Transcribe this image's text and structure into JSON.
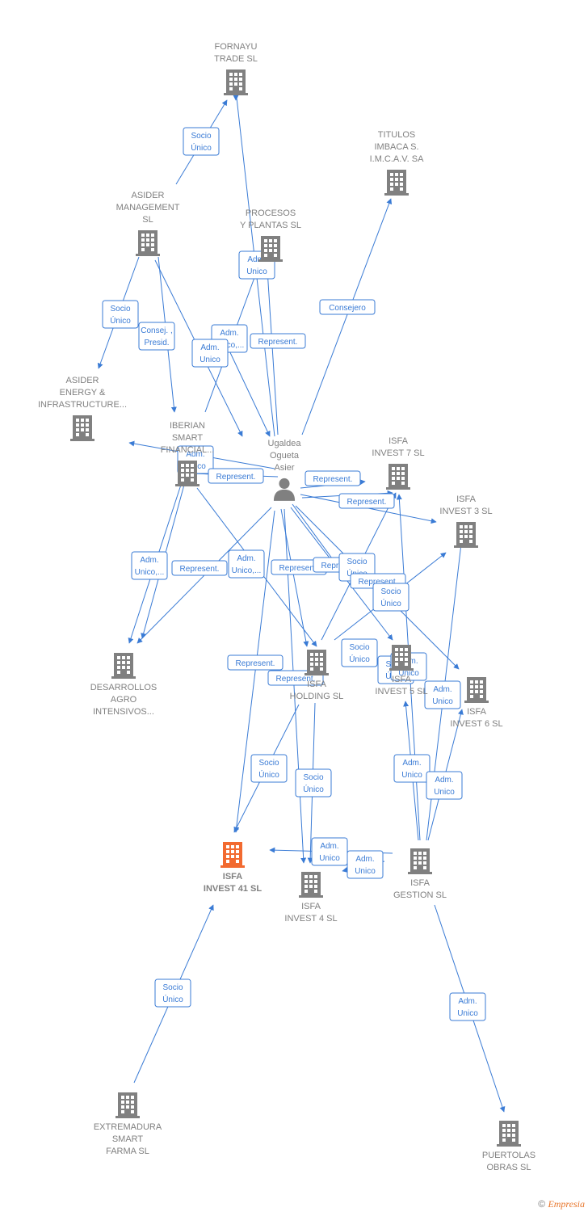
{
  "colors": {
    "edge": "#3a7bd5",
    "node": "#808080",
    "focus_node": "#f26a30"
  },
  "nodes": [
    {
      "id": "fornayu",
      "lines": [
        "FORNAYU",
        "TRADE  SL"
      ],
      "icon": "building-icon"
    },
    {
      "id": "titulos",
      "lines": [
        "TITULOS",
        "IMBACA S.",
        "I.M.C.A.V. SA"
      ],
      "icon": "building-icon"
    },
    {
      "id": "asider_mgmt",
      "lines": [
        "ASIDER",
        "MANAGEMENT",
        "SL"
      ],
      "icon": "building-icon"
    },
    {
      "id": "procesos",
      "lines": [
        "PROCESOS",
        "Y PLANTAS  SL"
      ],
      "icon": "building-icon"
    },
    {
      "id": "asider_energy",
      "lines": [
        "ASIDER",
        "ENERGY &",
        "INFRASTRUCTURE..."
      ],
      "icon": "building-icon"
    },
    {
      "id": "iberian",
      "lines": [
        "IBERIAN",
        "SMART",
        "FINANCIAL..."
      ],
      "icon": "building-icon"
    },
    {
      "id": "ugaldea",
      "lines": [
        "Ugaldea",
        "Ogueta",
        "Asier"
      ],
      "icon": "person-icon"
    },
    {
      "id": "invest7",
      "lines": [
        "ISFA",
        "INVEST 7  SL"
      ],
      "icon": "building-icon"
    },
    {
      "id": "invest3",
      "lines": [
        "ISFA",
        "INVEST 3  SL"
      ],
      "icon": "building-icon"
    },
    {
      "id": "desarrollos",
      "lines": [
        "DESARROLLOS",
        "AGRO",
        "INTENSIVOS..."
      ],
      "icon": "building-icon"
    },
    {
      "id": "holding",
      "lines": [
        "ISFA",
        "HOLDING  SL"
      ],
      "icon": "building-icon"
    },
    {
      "id": "invest5",
      "lines": [
        "ISFA",
        "INVEST 5  SL"
      ],
      "icon": "building-icon"
    },
    {
      "id": "invest6",
      "lines": [
        "ISFA",
        "INVEST 6  SL"
      ],
      "icon": "building-icon"
    },
    {
      "id": "invest41",
      "lines": [
        "ISFA",
        "INVEST 41  SL"
      ],
      "icon": "building-icon",
      "focus": true
    },
    {
      "id": "invest4",
      "lines": [
        "ISFA",
        "INVEST 4  SL"
      ],
      "icon": "building-icon"
    },
    {
      "id": "gestion",
      "lines": [
        "ISFA",
        "GESTION  SL"
      ],
      "icon": "building-icon"
    },
    {
      "id": "extremadura",
      "lines": [
        "EXTREMADURA",
        "SMART",
        "FARMA  SL"
      ],
      "icon": "building-icon"
    },
    {
      "id": "puertolas",
      "lines": [
        "PUERTOLAS",
        "OBRAS  SL"
      ],
      "icon": "building-icon"
    }
  ],
  "edge_labels": [
    {
      "id": "e1",
      "lines": [
        "Socio",
        "Único"
      ]
    },
    {
      "id": "e2",
      "lines": [
        "Adm.",
        "Unico"
      ]
    },
    {
      "id": "e3",
      "lines": [
        "Consejero"
      ]
    },
    {
      "id": "e4",
      "lines": [
        "Socio",
        "Único"
      ]
    },
    {
      "id": "e5",
      "lines": [
        "Consej. ,",
        "Presid."
      ]
    },
    {
      "id": "e6",
      "lines": [
        "Adm.",
        "Unico,..."
      ]
    },
    {
      "id": "e7",
      "lines": [
        "Represent."
      ]
    },
    {
      "id": "e8",
      "lines": [
        "Adm.",
        "Unico"
      ]
    },
    {
      "id": "e9",
      "lines": [
        "Adm.",
        "Unico"
      ]
    },
    {
      "id": "e10",
      "lines": [
        "Represent."
      ]
    },
    {
      "id": "e11",
      "lines": [
        "Represent."
      ]
    },
    {
      "id": "e12",
      "lines": [
        "Represent."
      ]
    },
    {
      "id": "e13",
      "lines": [
        "Adm.",
        "Unico,..."
      ]
    },
    {
      "id": "e14",
      "lines": [
        "Represent."
      ]
    },
    {
      "id": "e15",
      "lines": [
        "Adm.",
        "Unico,..."
      ]
    },
    {
      "id": "e16",
      "lines": [
        "Represent."
      ]
    },
    {
      "id": "e17",
      "lines": [
        "Represent."
      ]
    },
    {
      "id": "e18",
      "lines": [
        "Socio",
        "Único"
      ]
    },
    {
      "id": "e19",
      "lines": [
        "Represent."
      ]
    },
    {
      "id": "e20",
      "lines": [
        "Socio",
        "Único"
      ]
    },
    {
      "id": "e21",
      "lines": [
        "Socio",
        "Único"
      ]
    },
    {
      "id": "e22",
      "lines": [
        "Socio",
        "Único"
      ]
    },
    {
      "id": "e23",
      "lines": [
        "Adm.",
        "Unico"
      ]
    },
    {
      "id": "e24",
      "lines": [
        "Adm.",
        "Unico"
      ]
    },
    {
      "id": "e25",
      "lines": [
        "Represent."
      ]
    },
    {
      "id": "e26",
      "lines": [
        "Represent."
      ]
    },
    {
      "id": "e27",
      "lines": [
        "Socio",
        "Único"
      ]
    },
    {
      "id": "e28",
      "lines": [
        "Socio",
        "Único"
      ]
    },
    {
      "id": "e29",
      "lines": [
        "Adm.",
        "Unico"
      ]
    },
    {
      "id": "e30",
      "lines": [
        "Adm.",
        "Unico"
      ]
    },
    {
      "id": "e31",
      "lines": [
        "Adm.",
        "Unico"
      ]
    },
    {
      "id": "e32",
      "lines": [
        "Adm.",
        "Unico"
      ]
    },
    {
      "id": "e33",
      "lines": [
        "Socio",
        "Único"
      ]
    },
    {
      "id": "e34",
      "lines": [
        "Adm.",
        "Unico"
      ]
    }
  ],
  "footer": {
    "copyright": "©",
    "brand": "Empresia"
  }
}
